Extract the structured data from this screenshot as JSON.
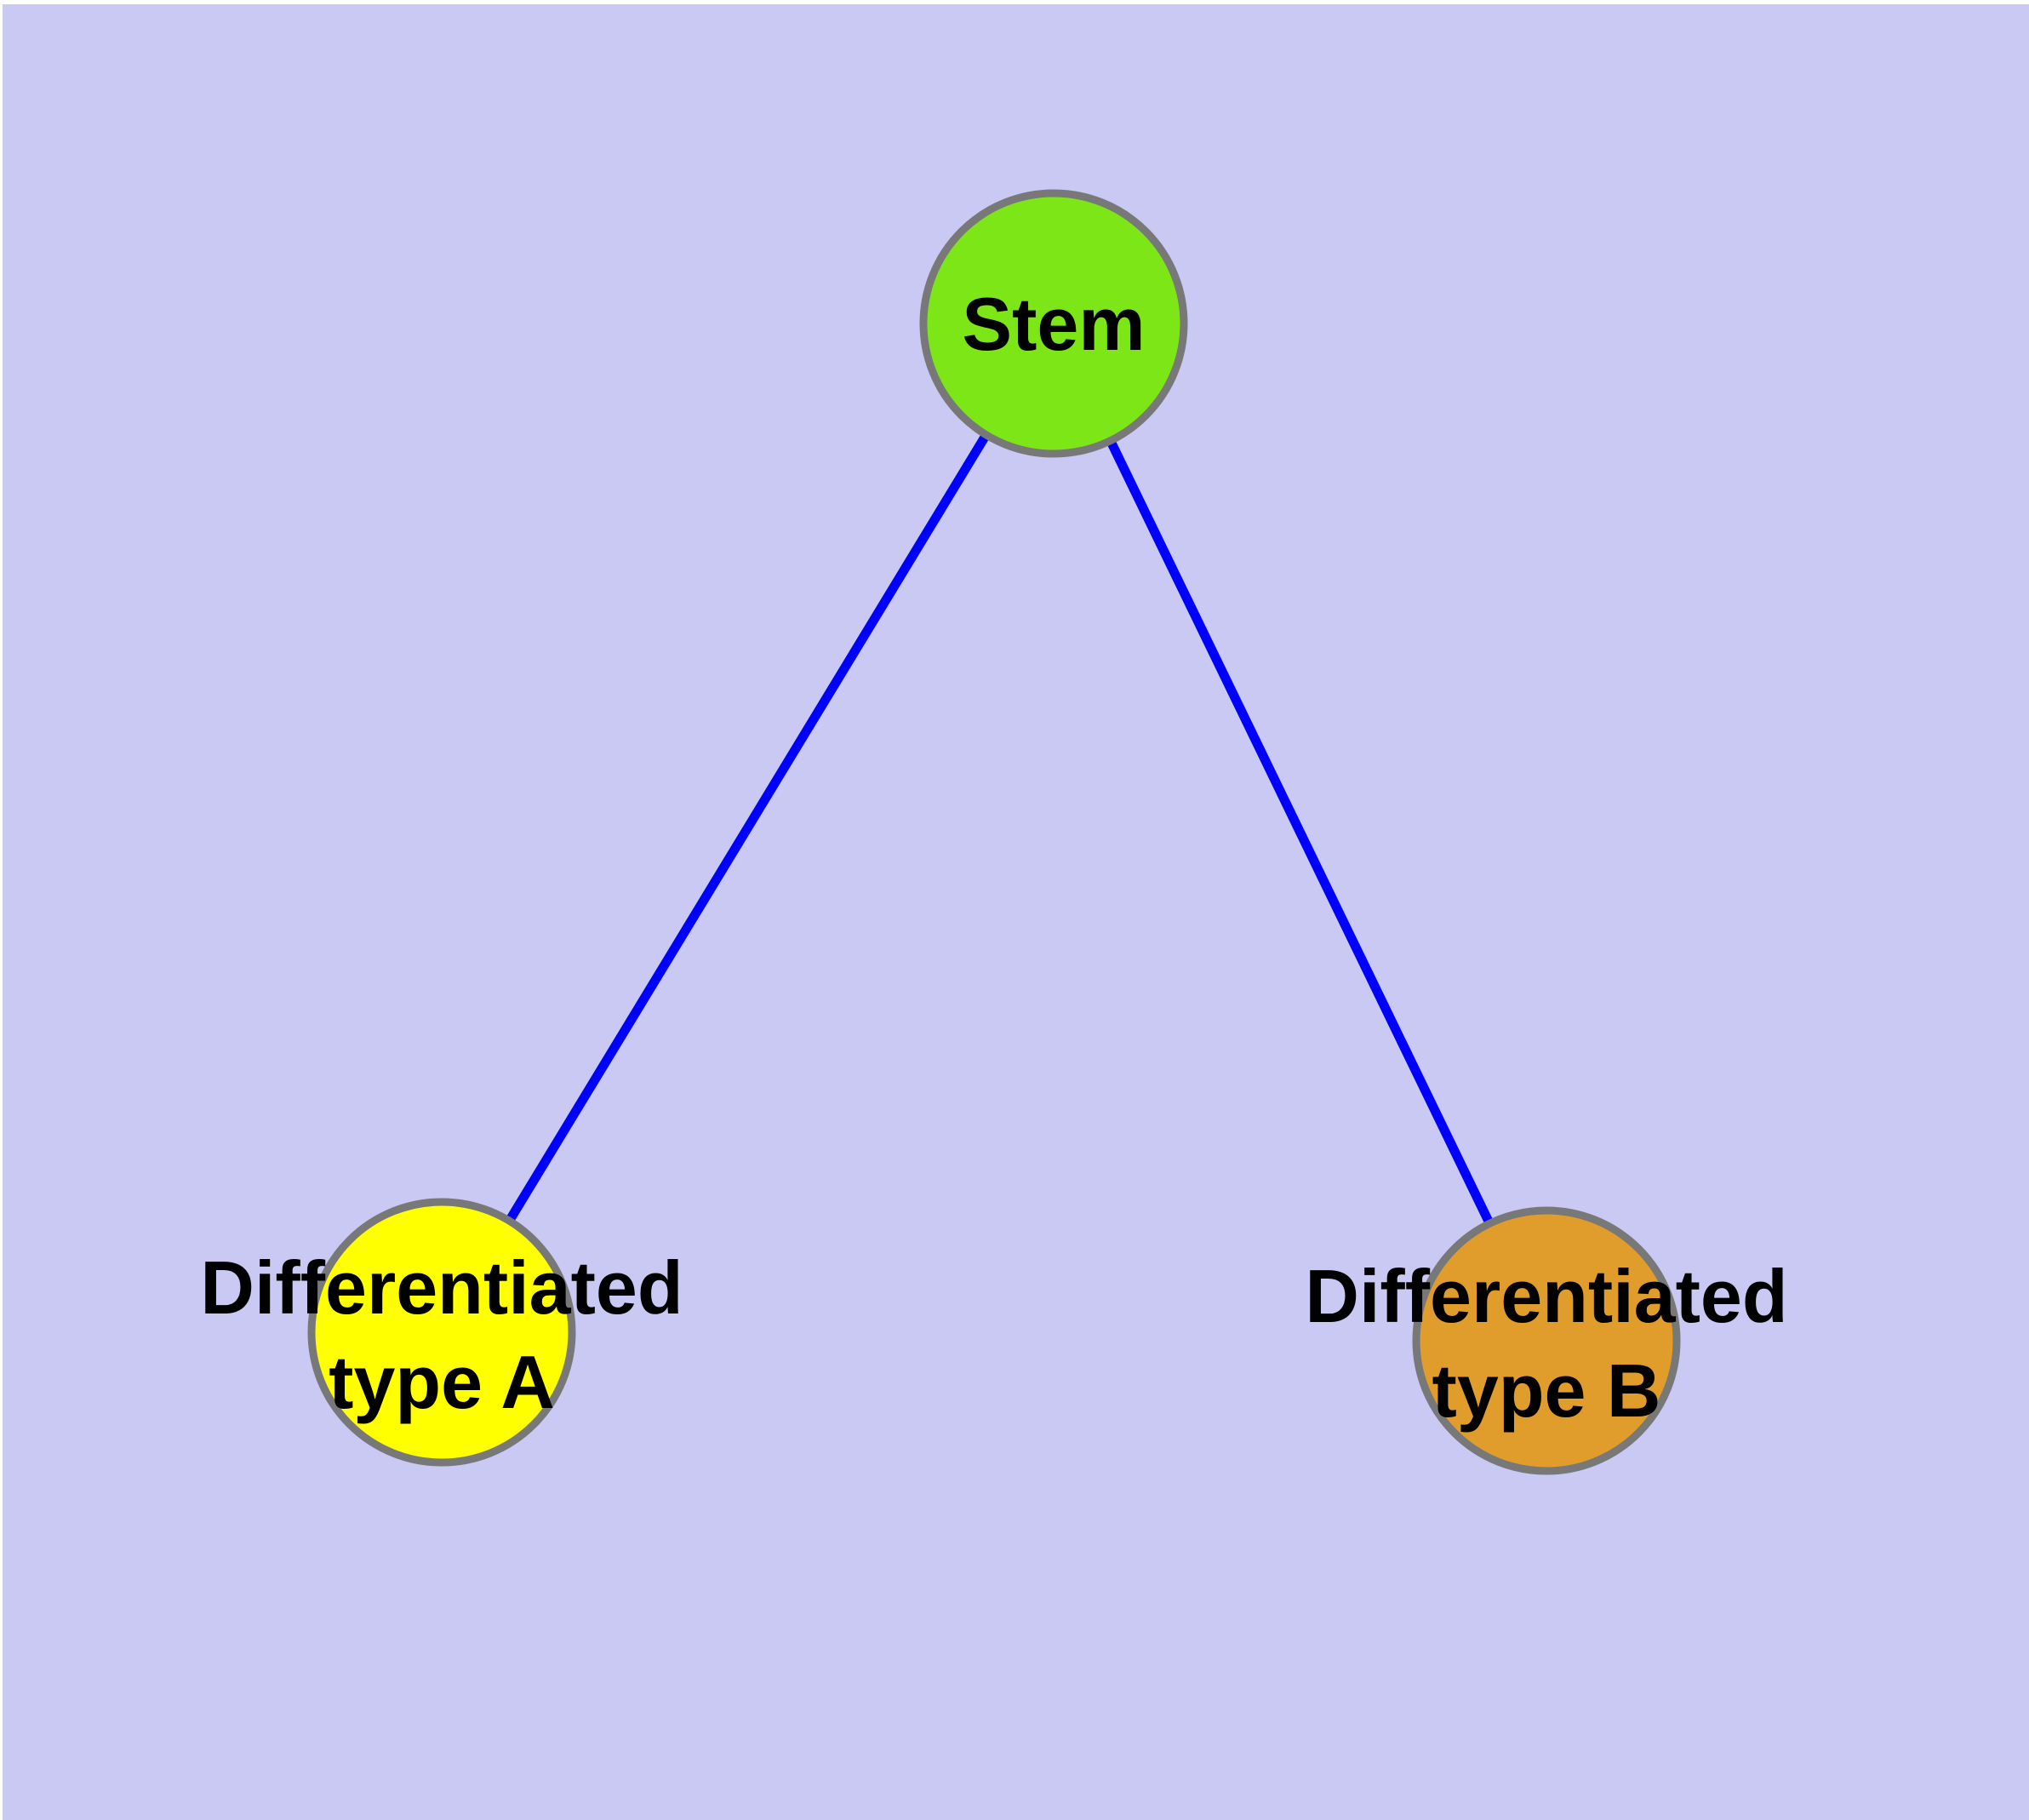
{
  "diagram": {
    "type": "node-link-graph",
    "background_color": "#C9C9F3",
    "page_margin_color": "#FFFFFF",
    "edge_color": "#0000FF",
    "node_border_color": "#787878",
    "label_color": "#000000",
    "nodes": [
      {
        "id": "stem",
        "label": "Stem",
        "fill": "#7DE617"
      },
      {
        "id": "differentiated-type-a",
        "label_line1": "Differentiated",
        "label_line2": "type A",
        "fill": "#FFFF00"
      },
      {
        "id": "differentiated-type-b",
        "label_line1": "Differentiated",
        "label_line2": "type B",
        "fill": "#E09D2B"
      }
    ],
    "edges": [
      {
        "from": "Stem",
        "to": "Differentiated type A"
      },
      {
        "from": "Stem",
        "to": "Differentiated type B"
      }
    ]
  }
}
